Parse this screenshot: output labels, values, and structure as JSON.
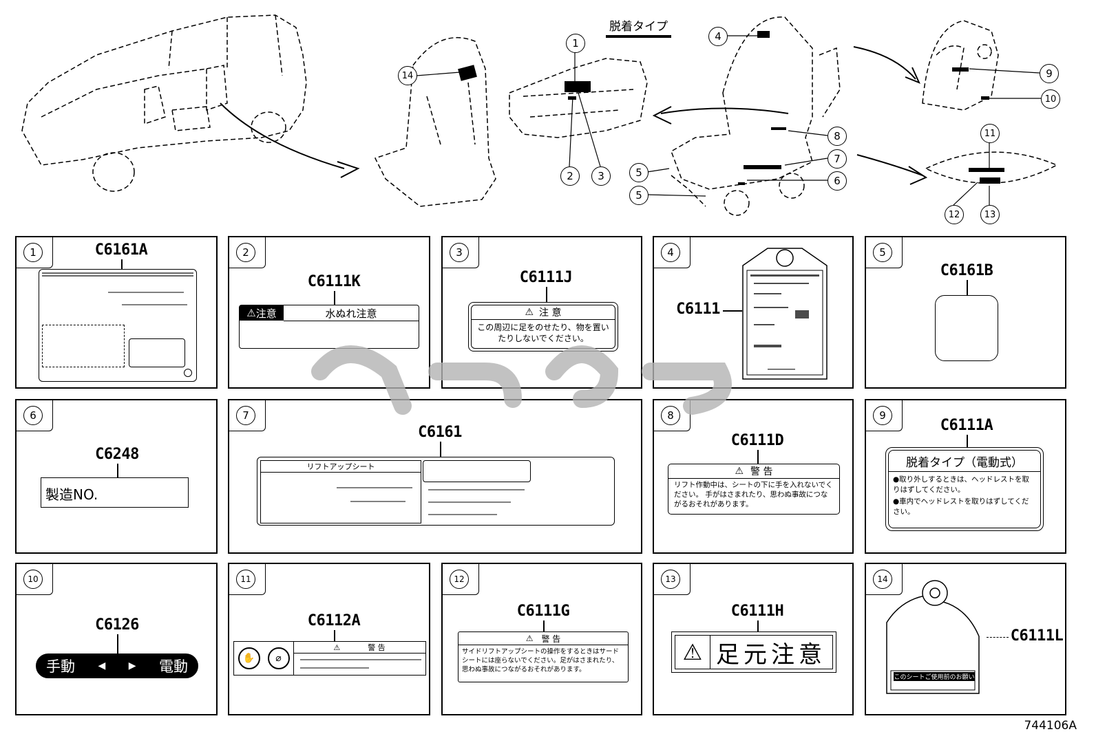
{
  "header": {
    "title": "脱着タイプ"
  },
  "callouts": [
    "1",
    "2",
    "3",
    "4",
    "5",
    "5",
    "6",
    "7",
    "8",
    "9",
    "10",
    "11",
    "12",
    "13",
    "14"
  ],
  "panels": [
    {
      "num": "1",
      "code": "C6161A"
    },
    {
      "num": "2",
      "code": "C6111K",
      "header_left": "注意",
      "header_right": "水ぬれ注意"
    },
    {
      "num": "3",
      "code": "C6111J",
      "header": "注 意",
      "text": "この周辺に足をのせたり、物を置いたりしないでください。"
    },
    {
      "num": "4",
      "code": "C6111"
    },
    {
      "num": "5",
      "code": "C6161B"
    },
    {
      "num": "6",
      "code": "C6248",
      "text": "製造NO."
    },
    {
      "num": "7",
      "code": "C6161",
      "label_title": "リフトアップシート"
    },
    {
      "num": "8",
      "code": "C6111D",
      "header": "警 告",
      "text": "リフト作動中は、シートの下に手を入れないでください。 手がはさまれたり、思わぬ事故につながるおそれがあります。"
    },
    {
      "num": "9",
      "code": "C6111A",
      "header": "脱着タイプ（電動式）",
      "line1": "●取り外しするときは、ヘッドレストを取りはずしてください。",
      "line2": "●車内でヘッドレストを取りはずしてください。"
    },
    {
      "num": "10",
      "code": "C6126",
      "left": "手動",
      "right": "電動"
    },
    {
      "num": "11",
      "code": "C6112A",
      "header": "警 告"
    },
    {
      "num": "12",
      "code": "C6111G",
      "header": "警 告",
      "text": "サイドリフトアップシートの操作をするときはサードシートには座らないでください。足がはさまれたり、思わぬ事故につながるおそれがあります。"
    },
    {
      "num": "13",
      "code": "C6111H",
      "text": "足元注意"
    },
    {
      "num": "14",
      "code": "C6111L",
      "tag_text": "このシートご使用前のお願い"
    }
  ],
  "doc_id": "744106A"
}
